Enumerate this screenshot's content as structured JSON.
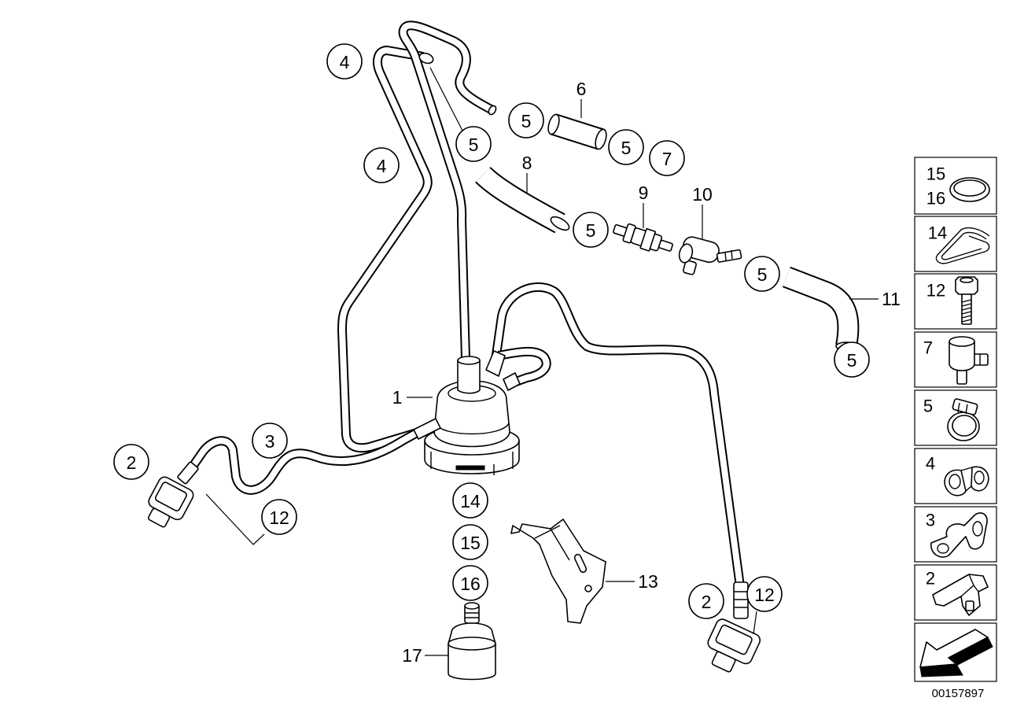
{
  "diagram": {
    "callouts": [
      "4",
      "4",
      "5",
      "5",
      "6",
      "5",
      "7",
      "8",
      "9",
      "10",
      "5",
      "5",
      "11",
      "5",
      "1",
      "3",
      "2",
      "12",
      "14",
      "15",
      "16",
      "13",
      "2",
      "12",
      "17"
    ]
  },
  "legend": {
    "cells": [
      {
        "labels": [
          "15",
          "16"
        ],
        "icon": "o-ring-icon"
      },
      {
        "labels": [
          "14"
        ],
        "icon": "wire-clip-icon"
      },
      {
        "labels": [
          "12"
        ],
        "icon": "screw-icon"
      },
      {
        "labels": [
          "7"
        ],
        "icon": "elbow-connector-icon"
      },
      {
        "labels": [
          "5"
        ],
        "icon": "hose-clamp-icon"
      },
      {
        "labels": [
          "4"
        ],
        "icon": "hose-clip-icon"
      },
      {
        "labels": [
          "3"
        ],
        "icon": "double-hose-clip-icon"
      },
      {
        "labels": [
          "2"
        ],
        "icon": "bracket-clip-icon"
      },
      {
        "labels": [],
        "icon": "navigation-arrow-icon"
      }
    ]
  },
  "diagram_id": "00157897"
}
